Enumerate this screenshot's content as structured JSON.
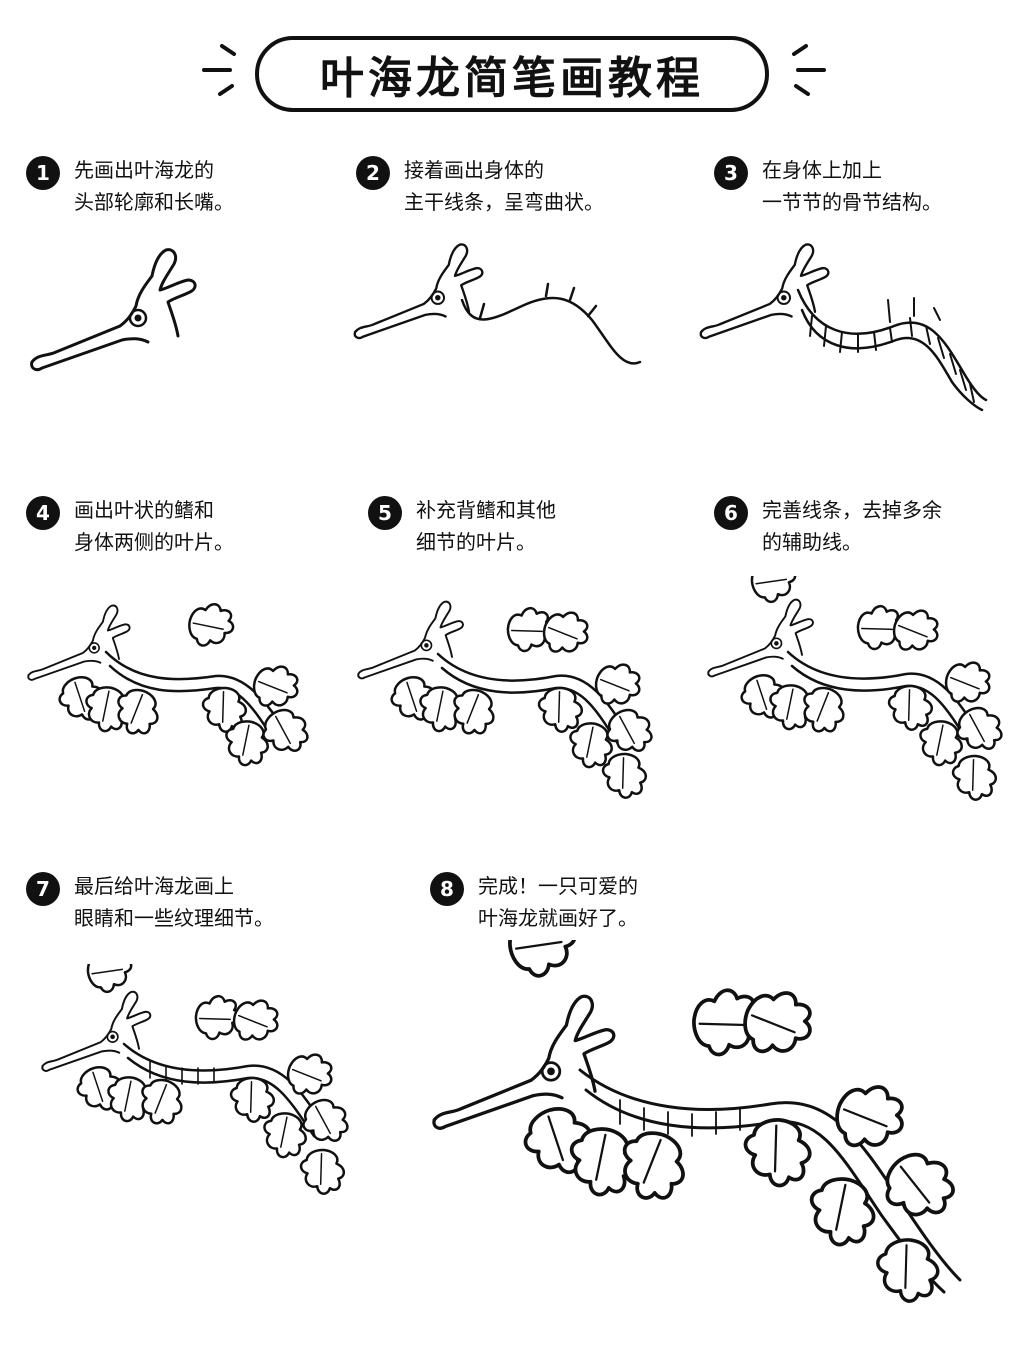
{
  "title": "叶海龙简笔画教程",
  "steps": [
    {
      "num": "1",
      "line1": "先画出叶海龙的",
      "line2": "头部轮廓和长嘴。"
    },
    {
      "num": "2",
      "line1": "接着画出身体的",
      "line2": "主干线条，呈弯曲状。"
    },
    {
      "num": "3",
      "line1": "在身体上加上",
      "line2": "一节节的骨节结构。"
    },
    {
      "num": "4",
      "line1": "画出叶状的鳍和",
      "line2": "身体两侧的叶片。"
    },
    {
      "num": "5",
      "line1": "补充背鳍和其他",
      "line2": "细节的叶片。"
    },
    {
      "num": "6",
      "line1": "完善线条，去掉多余",
      "line2": "的辅助线。"
    },
    {
      "num": "7",
      "line1": "最后给叶海龙画上",
      "line2": "眼睛和一些纹理细节。"
    },
    {
      "num": "8",
      "line1": "完成！一只可爱的",
      "line2": "叶海龙就画好了。"
    }
  ],
  "icons": {
    "step_badge": "filled-circle-number",
    "title_deco": "spark-lines"
  }
}
